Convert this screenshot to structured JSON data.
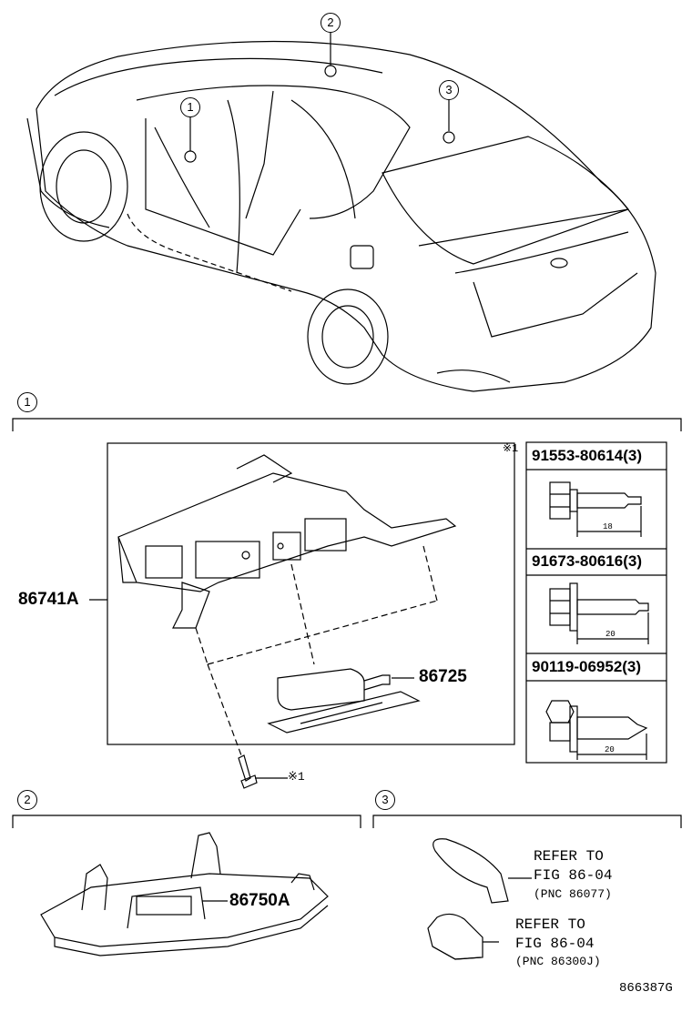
{
  "callouts": {
    "c1": "1",
    "c2": "2",
    "c3": "3"
  },
  "sections": {
    "s1": "1",
    "s2": "2",
    "s3": "3"
  },
  "parts": {
    "p1": "86741A",
    "p2": "86725",
    "p3": "86750A",
    "ref_mark": "※1"
  },
  "bolts": {
    "mark": "※1",
    "items": [
      {
        "part": "91553-80614(3)",
        "length": "18"
      },
      {
        "part": "91673-80616(3)",
        "length": "20"
      },
      {
        "part": "90119-06952(3)",
        "length": "20"
      }
    ]
  },
  "refs": [
    {
      "line1": "REFER TO",
      "line2": "FIG 86-04",
      "line3": "(PNC 86077)"
    },
    {
      "line1": "REFER TO",
      "line2": "FIG 86-04",
      "line3": "(PNC 86300J)"
    }
  ],
  "figure_id": "866387G"
}
